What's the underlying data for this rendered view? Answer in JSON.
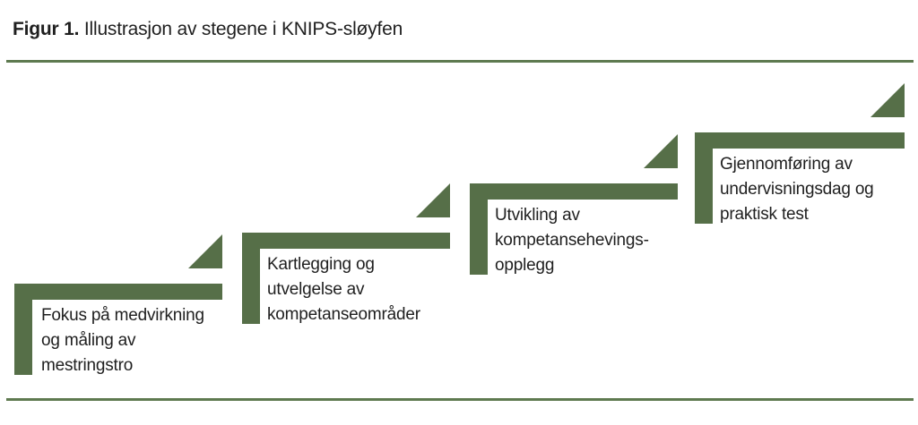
{
  "figure": {
    "title_label": "Figur 1.",
    "title_text": " Illustrasjon av stegene i KNIPS-sløyfen"
  },
  "colors": {
    "green": "#566F48",
    "rule": "#5E7A50",
    "text": "#1F1F1F",
    "bg": "#FFFFFF"
  },
  "steps": [
    {
      "id": 1,
      "lines": [
        "Fokus på medvirkning",
        "og måling av",
        "mestringstro"
      ]
    },
    {
      "id": 2,
      "lines": [
        "Kartlegging og",
        "utvelgelse av",
        "kompetanseområder"
      ]
    },
    {
      "id": 3,
      "lines": [
        "Utvikling av",
        "kompetansehevings-",
        "opplegg"
      ]
    },
    {
      "id": 4,
      "lines": [
        "Gjennomføring av",
        "undervisningsdag og",
        "praktisk test"
      ]
    }
  ]
}
